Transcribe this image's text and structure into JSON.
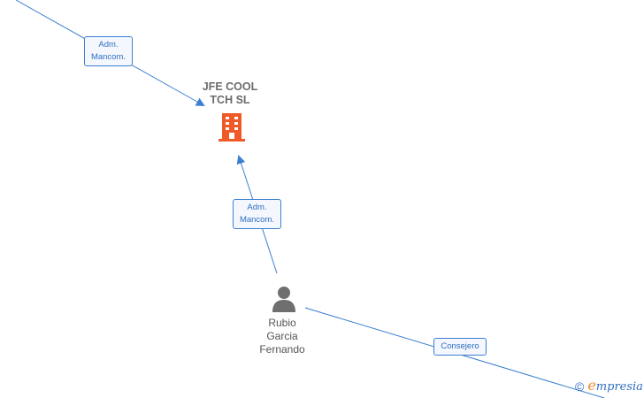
{
  "company": {
    "name": "JFE COOL\nTCH  SL",
    "icon": "building-icon",
    "icon_color": "#f05a28"
  },
  "person": {
    "name": "Rubio\nGarcia\nFernando",
    "icon": "person-icon",
    "icon_color": "#6f6f6f"
  },
  "relations": [
    {
      "id": "top",
      "label": "Adm.\nMancom."
    },
    {
      "id": "middle",
      "label": "Adm.\nMancom."
    },
    {
      "id": "bottom",
      "label": "Consejero"
    }
  ],
  "watermark": {
    "copyright_symbol": "©",
    "brand_initial": "e",
    "brand_rest": "mpresia"
  },
  "colors": {
    "edge": "#3b7fd0",
    "label_border": "#3b7fd0",
    "label_text": "#2f6fc0"
  }
}
